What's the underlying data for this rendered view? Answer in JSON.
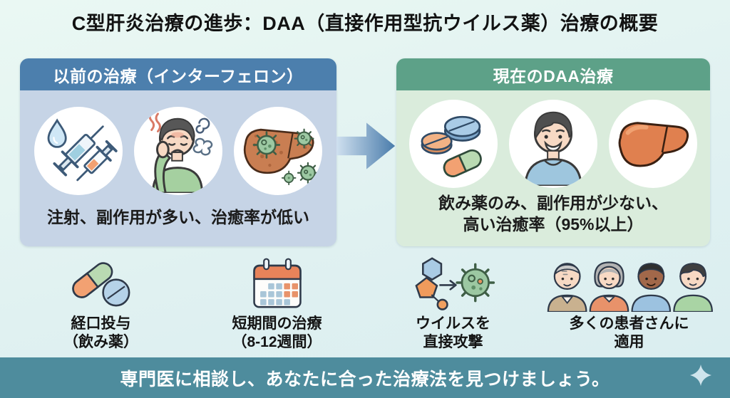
{
  "title": "C型肝炎治療の進歩：DAA（直接作用型抗ウイルス薬）治療の概要",
  "panels": {
    "old": {
      "header": "以前の治療（インターフェロン）",
      "caption": "注射、副作用が多い、治癒率が低い",
      "header_color": "#4c7fad",
      "body_color": "#c6d4e6",
      "icons": [
        "droplet-syringe-icon",
        "sick-patient-icon",
        "infected-liver-icon"
      ]
    },
    "new": {
      "header": "現在のDAA治療",
      "caption_line1": "飲み薬のみ、副作用が少ない、",
      "caption_line2": "高い治癒率（95%以上）",
      "header_color": "#5da188",
      "body_color": "#daecdc",
      "icons": [
        "pills-icon",
        "happy-patient-icon",
        "healthy-liver-icon"
      ]
    }
  },
  "arrow": {
    "icon": "arrow-right-icon",
    "color_start": "#cfe0ef",
    "color_end": "#4a7cab"
  },
  "features": [
    {
      "icon": "oral-medication-icon",
      "line1": "経口投与",
      "line2": "（飲み薬）"
    },
    {
      "icon": "calendar-icon",
      "line1": "短期間の治療",
      "line2": "（8-12週間）"
    },
    {
      "icon": "virus-attack-icon",
      "line1": "ウイルスを",
      "line2": "直接攻撃"
    },
    {
      "icon": "patients-group-icon",
      "line1": "多くの患者さんに",
      "line2": "適用"
    }
  ],
  "banner": {
    "text": "専門医に相談し、あなたに合った治療法を見つけましょう。",
    "color": "#4e8c9d",
    "icon": "sparkle-icon"
  }
}
